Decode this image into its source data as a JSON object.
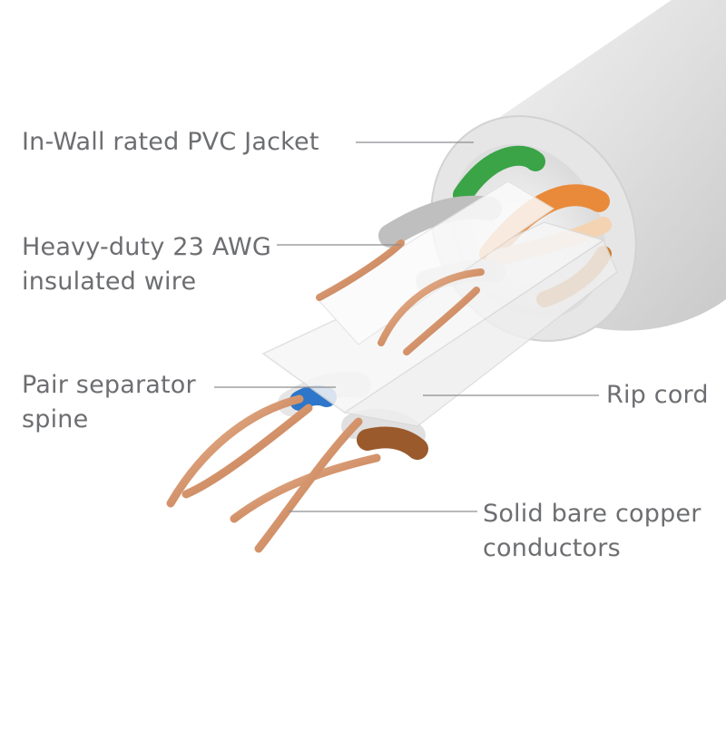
{
  "colors": {
    "background": "#ffffff",
    "label_text": "#6d6e71",
    "leader_line": "#8c8d90",
    "jacket": "#e2e2e2",
    "jacket_inner": "#ededed",
    "copper": "#d9a07c",
    "pair_green": "#3aa447",
    "pair_orange": "#e98a3a",
    "pair_blue": "#2e76c9",
    "pair_brown": "#9a5a2c",
    "separator": "#f2f2f2"
  },
  "callouts": {
    "jacket": {
      "lines": [
        "In-Wall rated PVC Jacket"
      ]
    },
    "wire": {
      "lines": [
        "Heavy-duty 23 AWG",
        "insulated wire"
      ]
    },
    "spine": {
      "lines": [
        "Pair separator",
        "spine"
      ]
    },
    "rip_cord": {
      "lines": [
        "Rip cord"
      ]
    },
    "copper": {
      "lines": [
        "Solid bare copper",
        "conductors"
      ]
    }
  }
}
